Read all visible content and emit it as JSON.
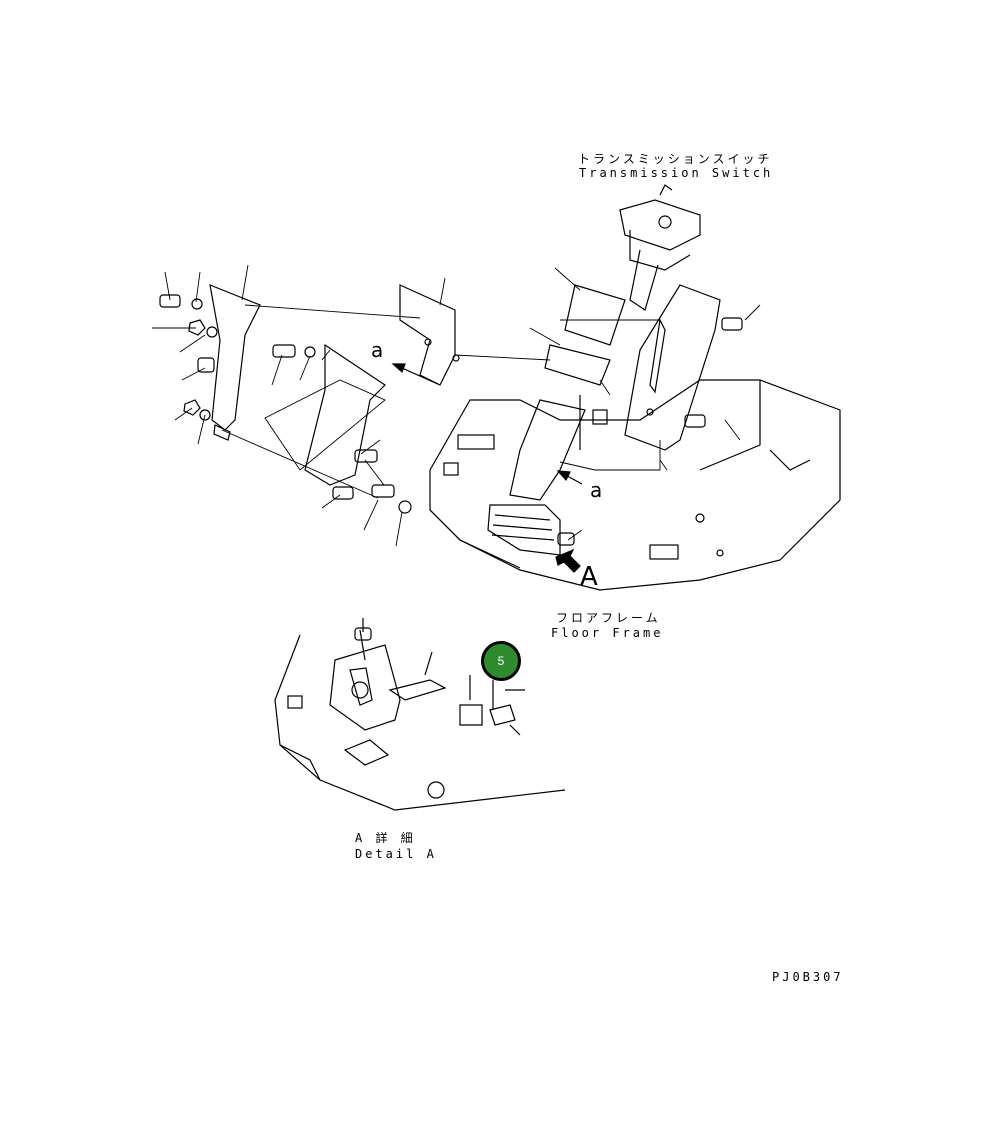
{
  "labels": {
    "transmission_switch_jp": "トランスミッションスイッチ",
    "transmission_switch_en": "Transmission Switch",
    "floor_frame_jp": "フロアフレーム",
    "floor_frame_en": "Floor Frame",
    "detail_jp": "A 詳 細",
    "detail_en": "Detail A",
    "drawing_code": "PJ0B307",
    "ref_a_upper": "a",
    "ref_a_lower": "a",
    "view_a": "A"
  },
  "callout": {
    "number": "5",
    "color": "#2e8b2e"
  }
}
